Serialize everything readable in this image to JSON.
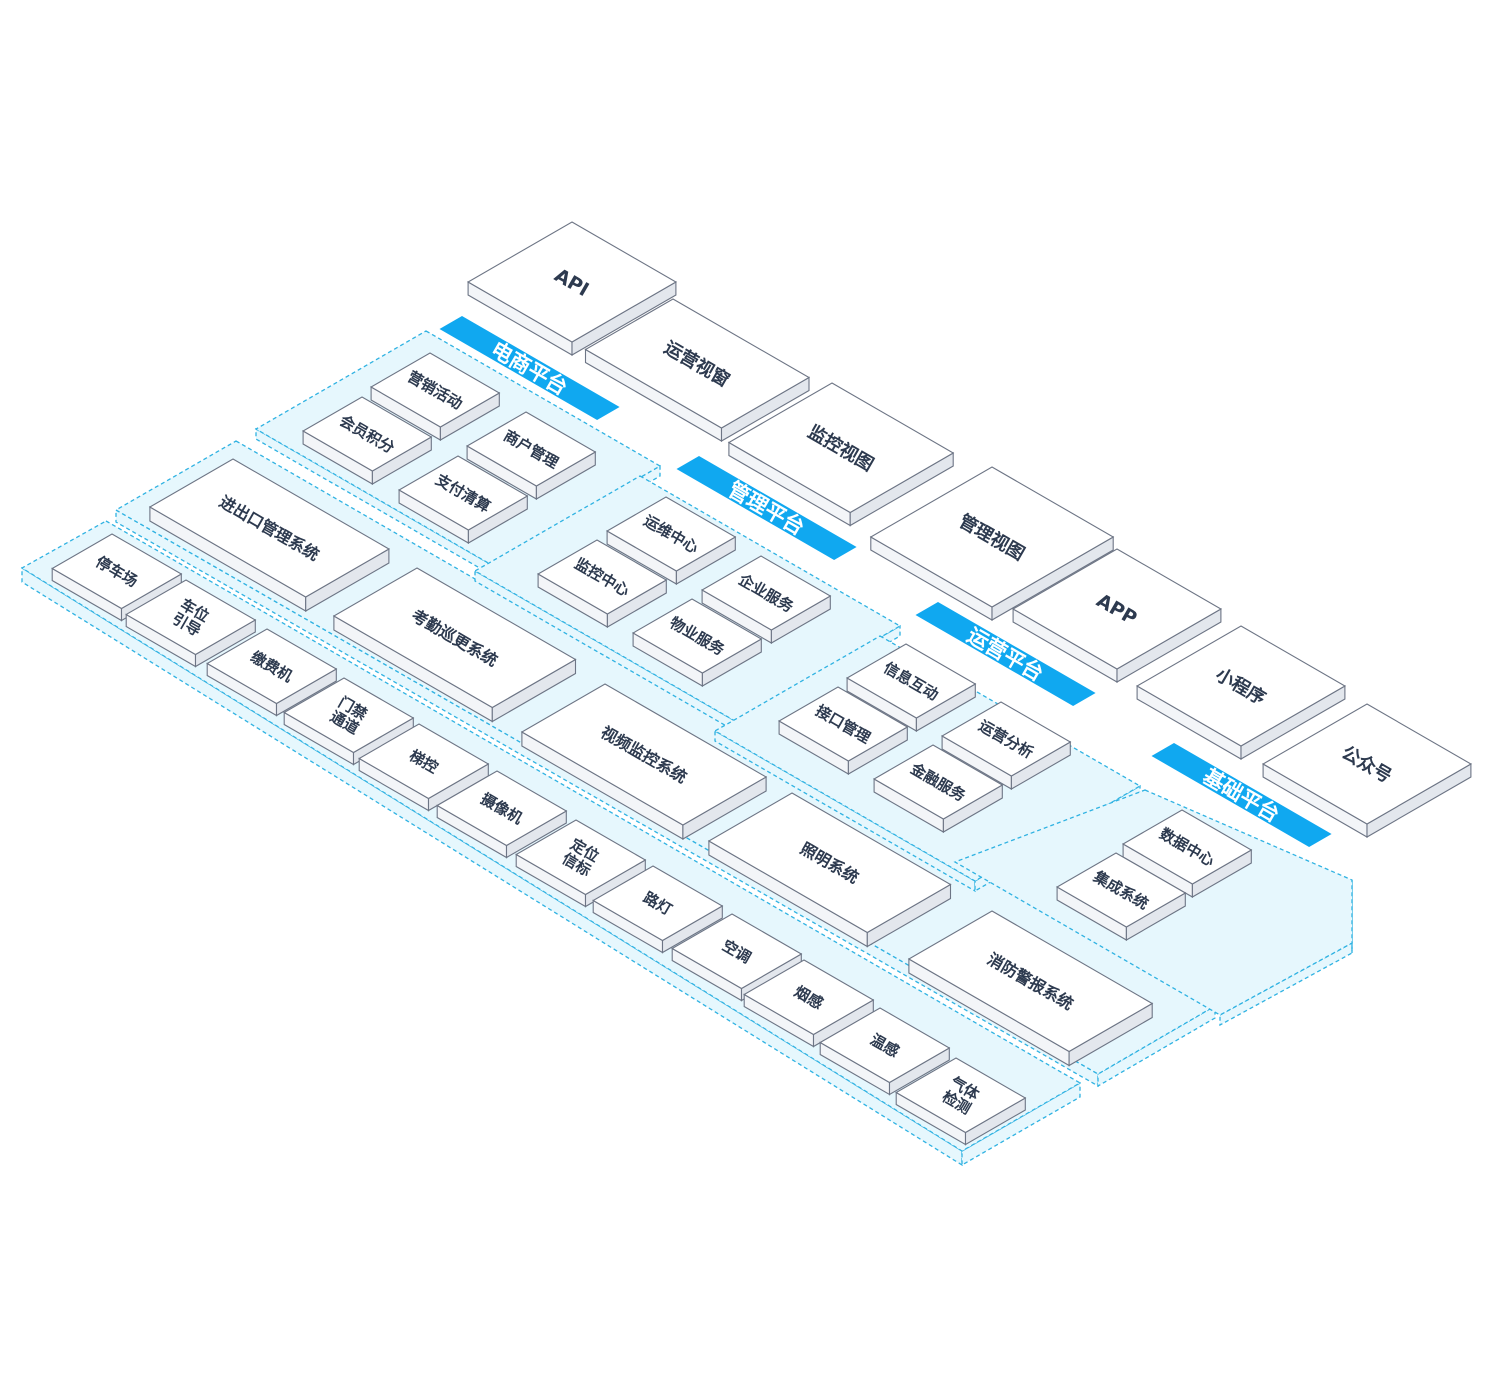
{
  "colors": {
    "tag": "#10a8f0",
    "zone_fill": "#e6f7fd",
    "zone_stroke": "#2fb2e2",
    "block_stroke": "#6d7585",
    "block_text": "#2d3a4f"
  },
  "platforms": [
    {
      "id": "ecommerce",
      "label": "电商平台"
    },
    {
      "id": "management",
      "label": "管理平台"
    },
    {
      "id": "operation",
      "label": "运营平台"
    },
    {
      "id": "foundation",
      "label": "基础平台"
    }
  ],
  "access_layer": [
    {
      "id": "api",
      "label": "API"
    },
    {
      "id": "ops-view",
      "label": "运营视窗"
    },
    {
      "id": "monitor-view",
      "label": "监控视图"
    },
    {
      "id": "manage-view",
      "label": "管理视图"
    },
    {
      "id": "app",
      "label": "APP"
    },
    {
      "id": "mini-program",
      "label": "小程序"
    },
    {
      "id": "official-account",
      "label": "公众号"
    }
  ],
  "ecommerce_modules": [
    {
      "id": "marketing",
      "label": "营销活动"
    },
    {
      "id": "member-points",
      "label": "会员积分"
    },
    {
      "id": "merchant-mgmt",
      "label": "商户管理"
    },
    {
      "id": "payment-clearing",
      "label": "支付清算"
    }
  ],
  "management_modules": [
    {
      "id": "om-center",
      "label": "运维中心"
    },
    {
      "id": "monitor-center",
      "label": "监控中心"
    },
    {
      "id": "enterprise-service",
      "label": "企业服务"
    },
    {
      "id": "property-service",
      "label": "物业服务"
    }
  ],
  "operation_modules": [
    {
      "id": "info-interaction",
      "label": "信息互动"
    },
    {
      "id": "interface-mgmt",
      "label": "接口管理"
    },
    {
      "id": "ops-analysis",
      "label": "运营分析"
    },
    {
      "id": "finance-service",
      "label": "金融服务"
    }
  ],
  "foundation_modules": [
    {
      "id": "data-center",
      "label": "数据中心"
    },
    {
      "id": "integration",
      "label": "集成系统"
    }
  ],
  "subsystems": [
    {
      "id": "access-control-sys",
      "label": "进出口管理系统"
    },
    {
      "id": "attendance-patrol",
      "label": "考勤巡更系统"
    },
    {
      "id": "video-surveillance",
      "label": "视频监控系统"
    },
    {
      "id": "lighting",
      "label": "照明系统"
    },
    {
      "id": "fire-alarm",
      "label": "消防警报系统"
    }
  ],
  "devices": [
    {
      "id": "parking",
      "label": "停车场"
    },
    {
      "id": "space-guide",
      "label": "车位\n引导"
    },
    {
      "id": "pay-machine",
      "label": "缴费机"
    },
    {
      "id": "gate-channel",
      "label": "门禁\n通道"
    },
    {
      "id": "elevator",
      "label": "梯控"
    },
    {
      "id": "camera",
      "label": "摄像机"
    },
    {
      "id": "beacon",
      "label": "定位\n信标"
    },
    {
      "id": "street-light",
      "label": "路灯"
    },
    {
      "id": "aircon",
      "label": "空调"
    },
    {
      "id": "smoke",
      "label": "烟感"
    },
    {
      "id": "temperature",
      "label": "温感"
    },
    {
      "id": "gas",
      "label": "气体\n检测"
    }
  ]
}
